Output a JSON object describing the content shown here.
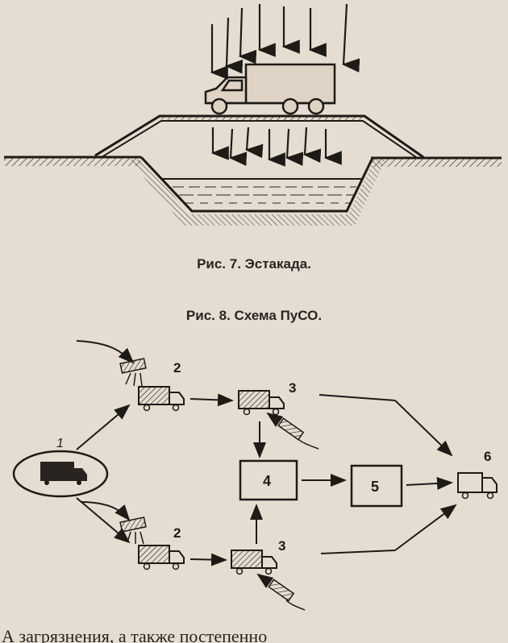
{
  "figure7": {
    "caption": "Рис. 7. Эстакада."
  },
  "figure8": {
    "caption": "Рис. 8. Схема ПуСО.",
    "nodes": {
      "n1": "1",
      "n2_top": "2",
      "n3_top": "3",
      "n4": "4",
      "n5": "5",
      "n6": "6",
      "n2_bottom": "2",
      "n3_bottom": "3"
    }
  },
  "body_text": "А загрязнения, а также постепенно"
}
